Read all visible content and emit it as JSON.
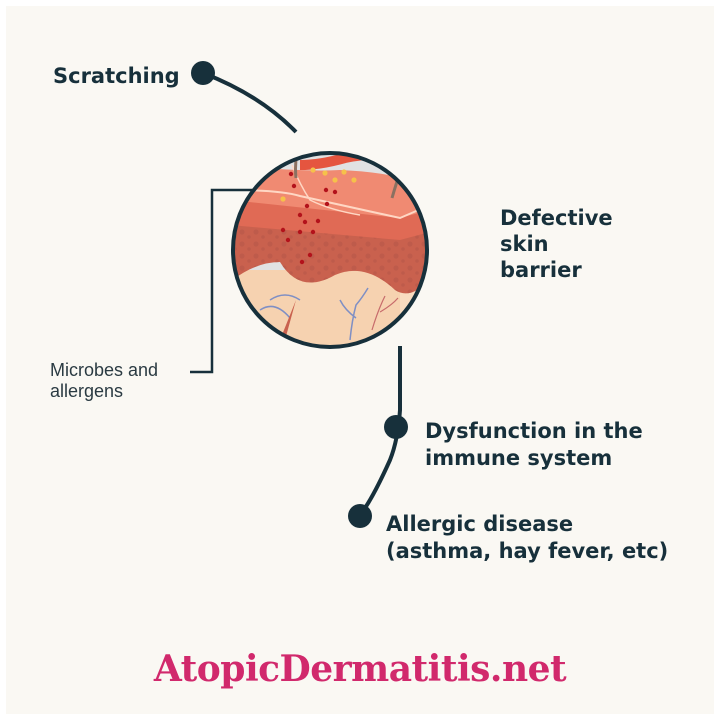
{
  "diagram": {
    "labels": {
      "scratching": "Scratching",
      "defective_barrier_line1": "Defective",
      "defective_barrier_line2": "skin",
      "defective_barrier_line3": "barrier",
      "microbes_line1": "Microbes and",
      "microbes_line2": "allergens",
      "immune_line1": "Dysfunction in the",
      "immune_line2": "immune system",
      "allergic_line1": "Allergic disease",
      "allergic_line2": "(asthma, hay fever, etc)"
    },
    "brand": "AtopicDermatitis.net"
  },
  "colors": {
    "background": "#faf8f3",
    "line": "#17303b",
    "brand": "#d1296c",
    "epidermis": "#f08a72",
    "dermis": "#c9614e",
    "subcutis": "#f6d2b0",
    "vessel_blue": "#7f8fc4",
    "vessel_red": "#c76b6b",
    "allergen_red": "#b3121b",
    "allergen_yellow": "#f6c14a",
    "sky": "#e1e2e3"
  }
}
